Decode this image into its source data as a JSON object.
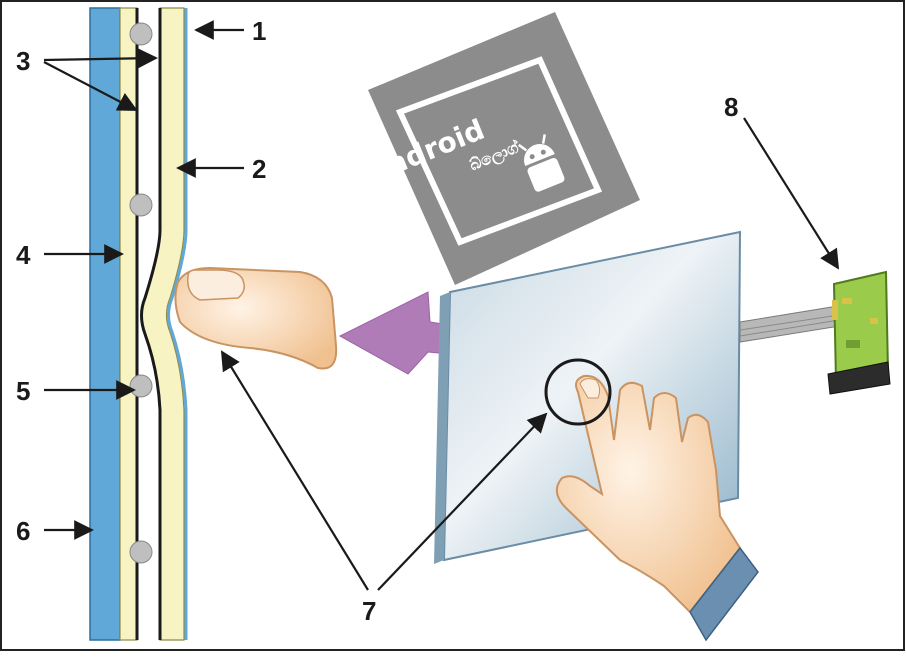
{
  "callouts": [
    "1",
    "2",
    "3",
    "4",
    "5",
    "6",
    "7",
    "8"
  ],
  "watermark": {
    "text": "Android",
    "script_text": "බ්ලොග්"
  },
  "colors": {
    "glass_blue": "#5fa8d8",
    "film_cream": "#f7f3c2",
    "dot_gray": "#bfbfbf",
    "arrow_purple": "#b07cb8",
    "screen_blue": "#a8c4d8",
    "board_green": "#9acb4a",
    "skin": "#f5cfa3",
    "sleeve": "#6a8fb0",
    "watermark_gray": "#8c8c8c"
  }
}
